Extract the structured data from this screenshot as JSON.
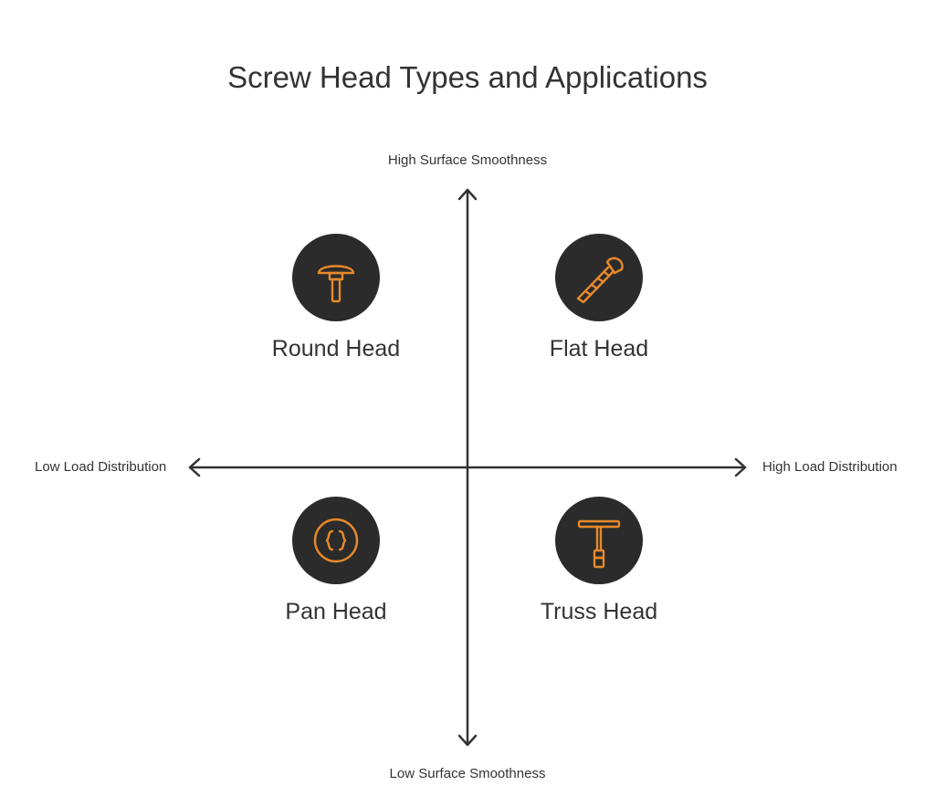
{
  "title": "Screw Head Types and Applications",
  "axes": {
    "top": "High Surface Smoothness",
    "bottom": "Low Surface Smoothness",
    "left": "Low Load Distribution",
    "right": "High Load Distribution"
  },
  "quadrants": {
    "top_left": {
      "label": "Round Head",
      "icon": "round-head-screw-icon"
    },
    "top_right": {
      "label": "Flat Head",
      "icon": "flat-head-screw-icon"
    },
    "bottom_left": {
      "label": "Pan Head",
      "icon": "pan-head-screw-icon"
    },
    "bottom_right": {
      "label": "Truss Head",
      "icon": "truss-head-screw-icon"
    }
  },
  "colors": {
    "badge": "#2b2b2b",
    "icon_stroke": "#e8892b",
    "axis": "#333333",
    "text": "#333333"
  }
}
